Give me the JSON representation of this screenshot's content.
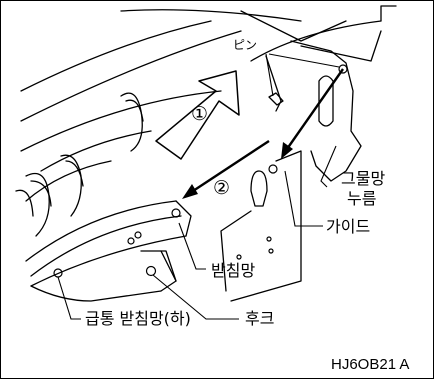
{
  "labels": {
    "pin": "ピン",
    "step1": "①",
    "step2": "②",
    "net_press": "그물망\n누름",
    "net_press_line1": "그물망",
    "net_press_line2": "누름",
    "guide": "가이드",
    "support_net": "받침망",
    "tub_support_net_lower": "급통 받침망(하)",
    "hook": "후크",
    "figure_code": "HJ6OB21 A"
  }
}
